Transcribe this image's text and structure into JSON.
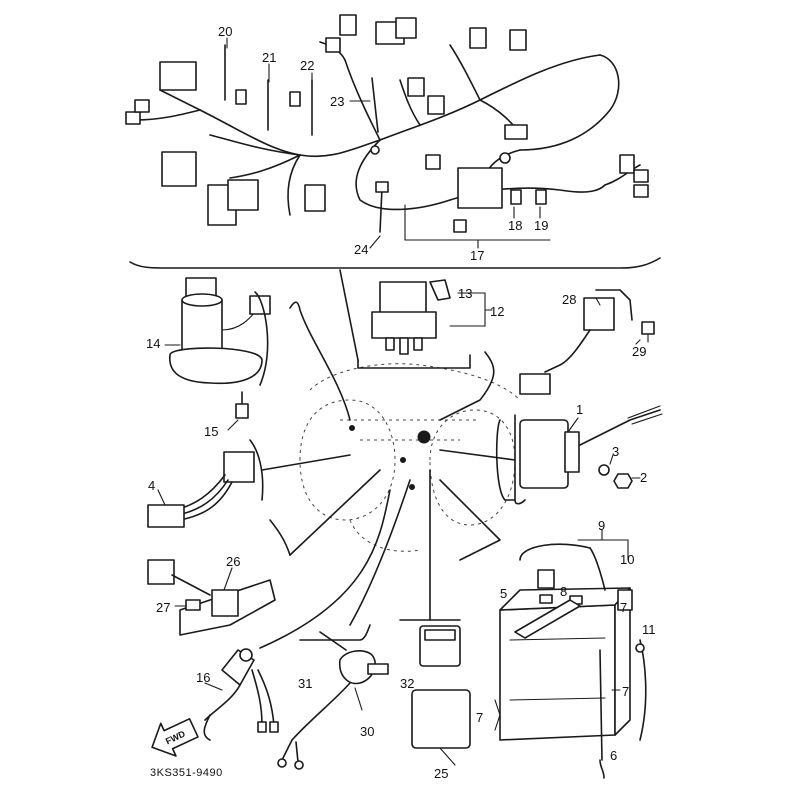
{
  "diagram": {
    "part_numbers": {
      "p1": "1",
      "p2": "2",
      "p3": "3",
      "p4": "4",
      "p5": "5",
      "p6": "6",
      "p7a": "7",
      "p7b": "7",
      "p7c": "7",
      "p8": "8",
      "p9": "9",
      "p10": "10",
      "p11": "11",
      "p12": "12",
      "p13": "13",
      "p14": "14",
      "p15": "15",
      "p16": "16",
      "p17": "17",
      "p18": "18",
      "p19": "19",
      "p20": "20",
      "p21": "21",
      "p22": "22",
      "p23": "23",
      "p24": "24",
      "p25": "25",
      "p26": "26",
      "p27": "27",
      "p28": "28",
      "p29": "29",
      "p30": "30",
      "p31": "31",
      "p32": "32"
    },
    "fwd_label": "FWD",
    "drawing_code": "3KS351-9490"
  }
}
